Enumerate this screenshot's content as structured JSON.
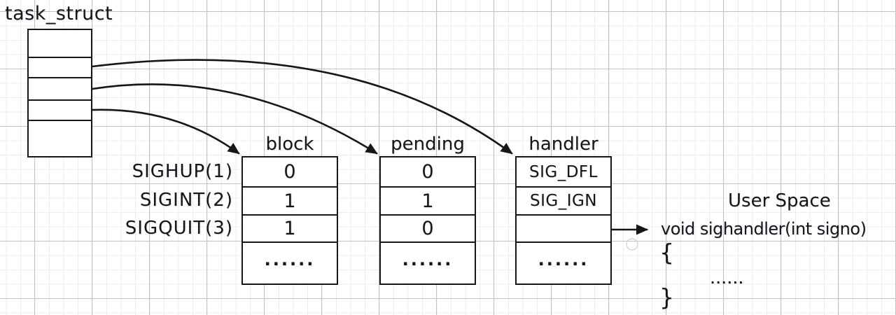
{
  "diagram": {
    "task_struct_label": "task_struct",
    "row_labels": [
      "SIGHUP(1)",
      "SIGINT(2)",
      "SIGQUIT(3)"
    ],
    "tables": [
      {
        "header": "block",
        "values": [
          "0",
          "1",
          "1",
          "......"
        ]
      },
      {
        "header": "pending",
        "values": [
          "0",
          "1",
          "0",
          "......"
        ]
      },
      {
        "header": "handler",
        "values": [
          "SIG_DFL",
          "SIG_IGN",
          "",
          "......"
        ]
      }
    ],
    "user_space": {
      "title": "User Space",
      "signature": "void sighandler(int signo)",
      "open_brace": "{",
      "body_ellipsis": "......",
      "close_brace": "}"
    },
    "colors": {
      "ink": "#161616",
      "grid_major": "#c6c2c2",
      "grid_minor": "#efecec"
    }
  }
}
